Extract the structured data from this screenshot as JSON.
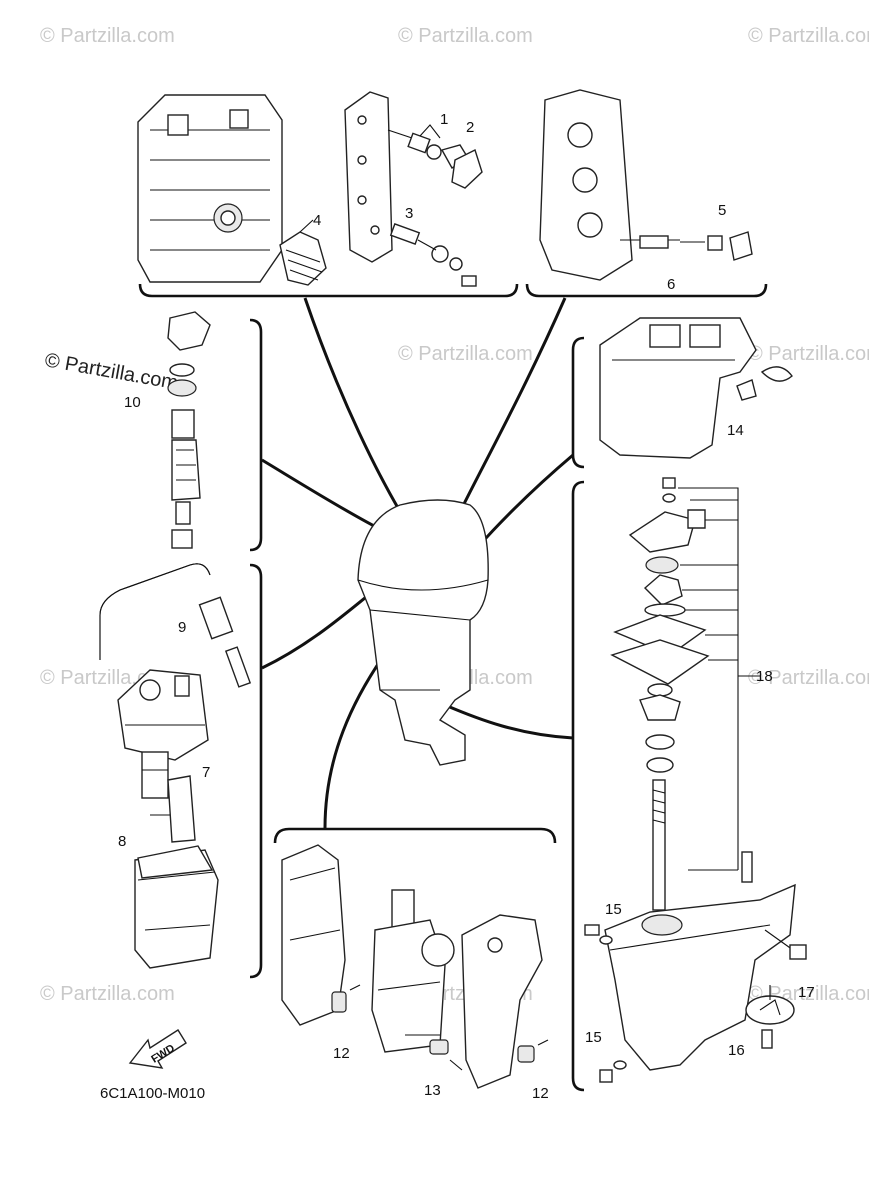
{
  "watermark_text": "© Partzilla.com",
  "diagram_code": "6C1A100-M010",
  "fwd_label": "FWD",
  "callouts": [
    "1",
    "2",
    "3",
    "4",
    "5",
    "6",
    "7",
    "8",
    "9",
    "10",
    "12",
    "12",
    "13",
    "14",
    "15",
    "15",
    "16",
    "17",
    "18"
  ],
  "icons": {
    "fwd": "fwd-arrow-icon"
  }
}
